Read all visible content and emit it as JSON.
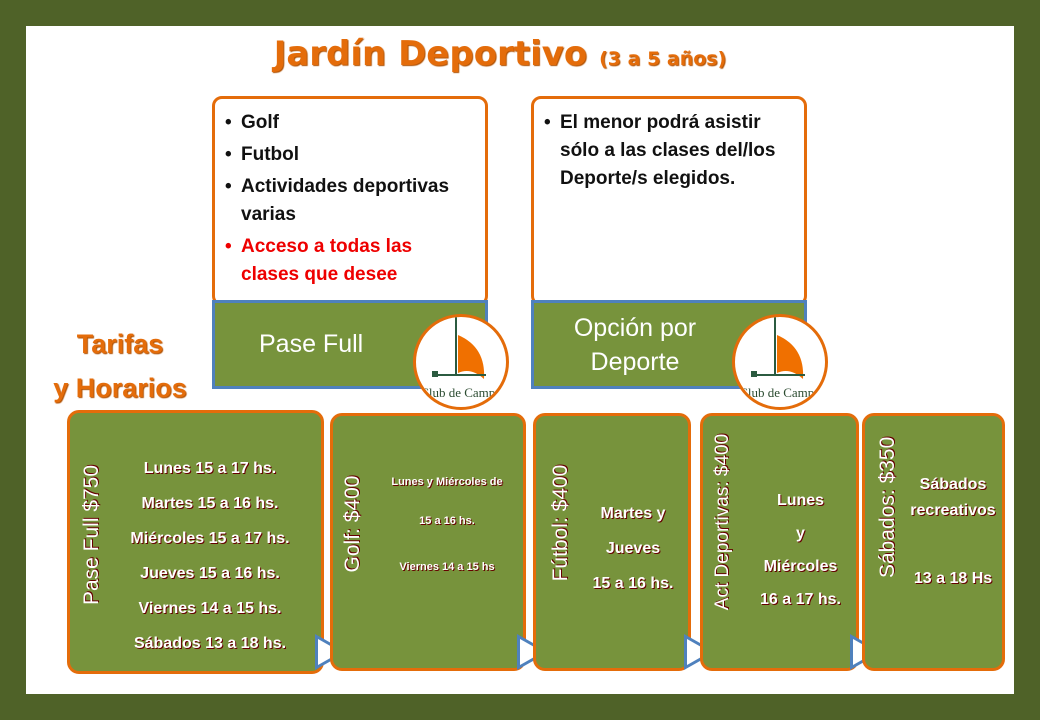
{
  "title": {
    "main": "Jardín Deportivo",
    "sub": "(3 a 5 años)"
  },
  "tarifas": {
    "line1": "Tarifas",
    "line2": "y Horarios"
  },
  "pase_full_card": {
    "items": [
      "Golf",
      "Futbol",
      "Actividades deportivas varias"
    ],
    "highlight": "Acceso a todas las clases que desee",
    "band": "Pase Full"
  },
  "deporte_card": {
    "items": [
      "El menor podrá asistir sólo a las clases del/los Deporte/s elegidos."
    ],
    "band": "Opción por Deporte"
  },
  "logo_text": "Club de Campo",
  "boxes": [
    {
      "label": "Pase Full  $750",
      "lines": [
        "Lunes 15 a 17 hs.",
        "Martes 15 a 16 hs.",
        "Miércoles 15 a 17 hs.",
        "Jueves  15 a 16 hs.",
        "Viernes 14 a 15 hs.",
        "Sábados  13 a 18 hs."
      ]
    },
    {
      "label": "Golf: $400",
      "lines": [
        "Lunes y Miércoles de",
        "15 a  16 hs.",
        "Viernes 14 a 15 hs"
      ]
    },
    {
      "label": "Fútbol: $400",
      "lines": [
        "Martes y",
        "Jueves",
        "15 a 16 hs."
      ]
    },
    {
      "label": "Act Deportivas: $400",
      "lines": [
        "Lunes",
        "y",
        "Miércoles",
        "16 a 17 hs."
      ]
    },
    {
      "label": "Sábados: $350",
      "lines": [
        "Sábados recreativos",
        "13 a 18 Hs"
      ]
    }
  ]
}
